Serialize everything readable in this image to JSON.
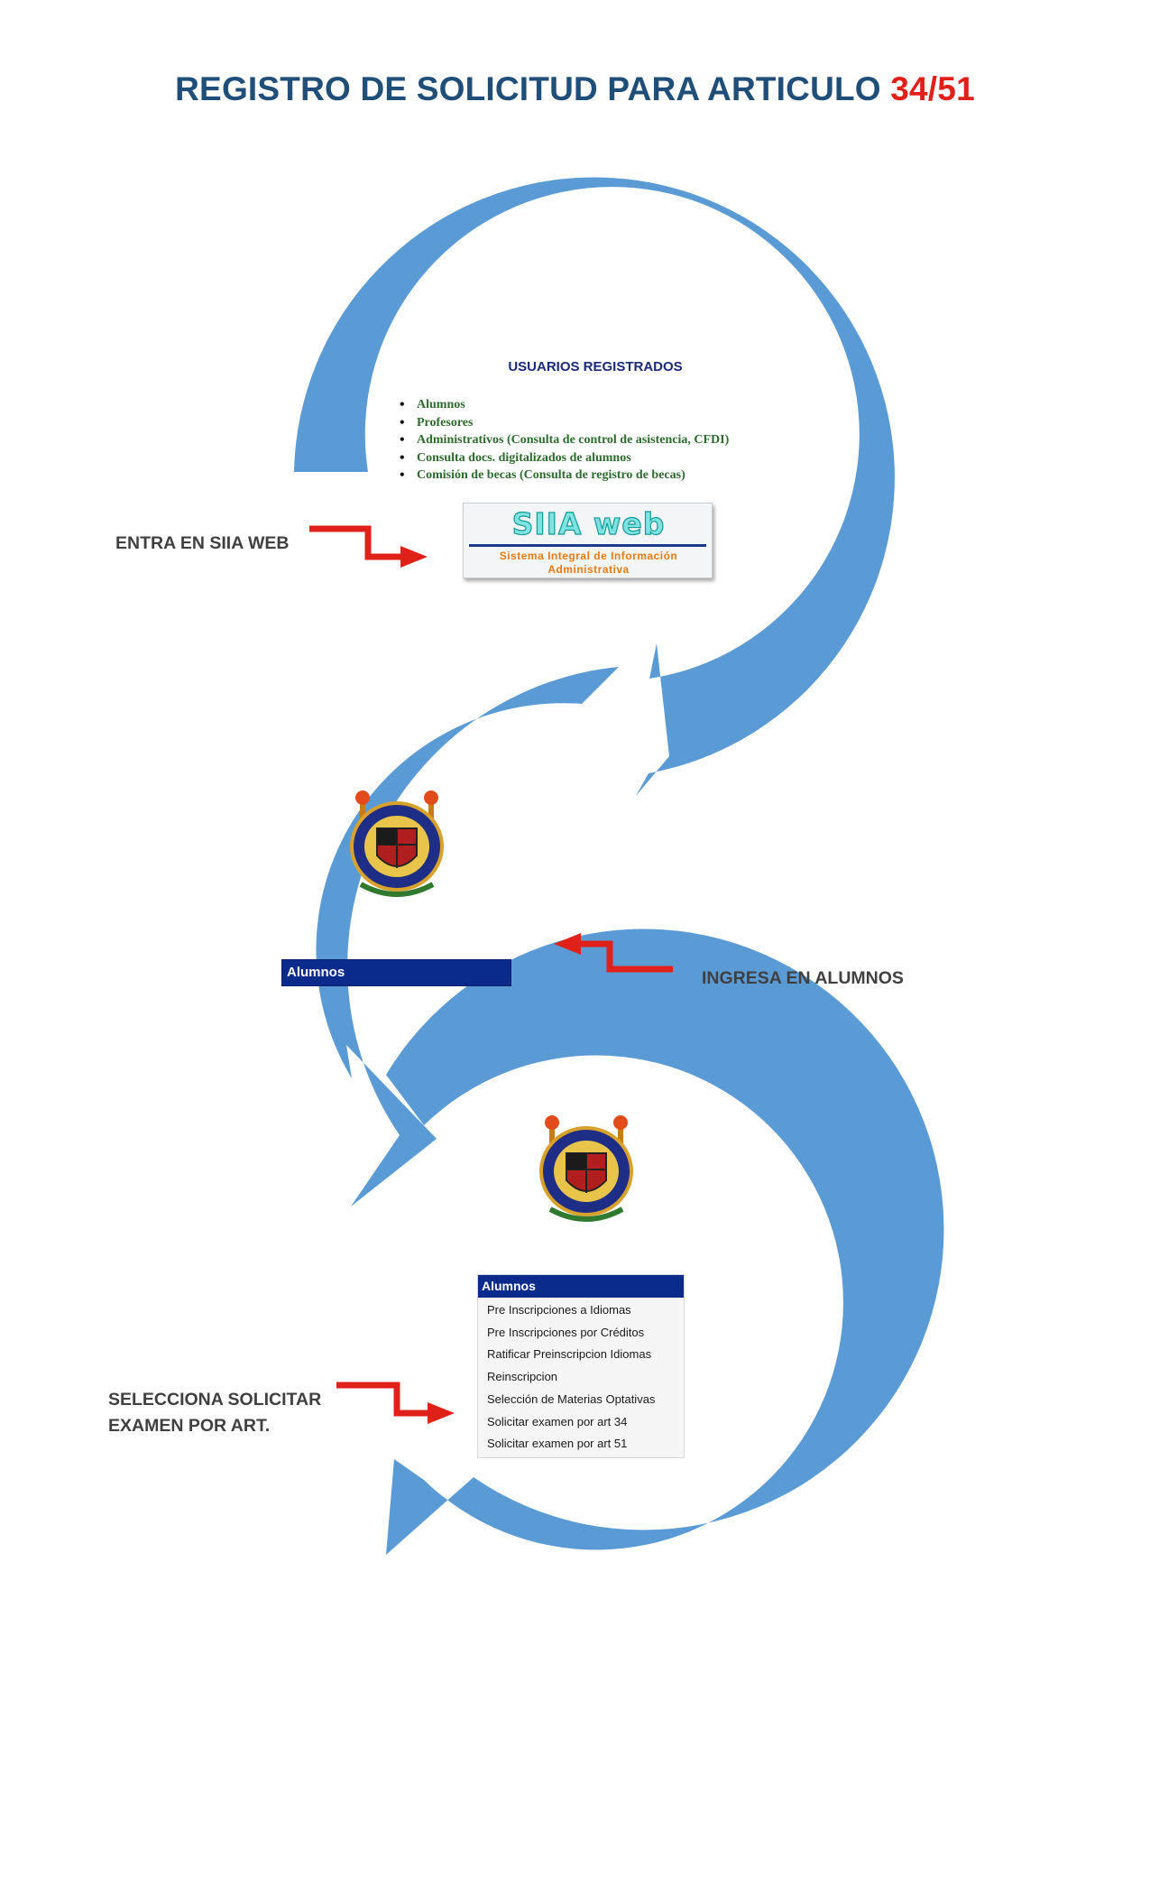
{
  "title": {
    "text": "REGISTRO DE SOLICITUD PARA ARTICULO ",
    "accent": "34/51"
  },
  "colors": {
    "arrow_blue": "#5b9bd5",
    "pointer_red": "#e0211a",
    "title_blue": "#1f4e79",
    "accent_red": "#e0211a",
    "menu_blue": "#0a2b8c"
  },
  "steps": {
    "step1": "ENTRA EN SIIA WEB",
    "step2": "INGRESA EN ALUMNOS",
    "step3_line1": "SELECCIONA SOLICITAR",
    "step3_line2": "EXAMEN POR ART."
  },
  "users_panel": {
    "heading": "USUARIOS REGISTRADOS",
    "items": [
      "Alumnos",
      "Profesores",
      "Administrativos (Consulta de control de asistencia, CFDI)",
      "Consulta docs. digitalizados de alumnos",
      "Comisión de becas (Consulta de registro de becas)"
    ]
  },
  "siia": {
    "logo": "SIIA web",
    "subtitle_line1": "Sistema Integral de Información",
    "subtitle_line2": "Administrativa"
  },
  "alumnos_bar": {
    "label": "Alumnos"
  },
  "menu": {
    "heading": "Alumnos",
    "items": [
      "Pre Inscripciones a Idiomas",
      "Pre Inscripciones por Créditos",
      "Ratificar Preinscripcion Idiomas",
      "Reinscripcion",
      "Selección de Materias Optativas",
      "Solicitar examen por art 34",
      "Solicitar examen por art 51"
    ]
  },
  "icons": [
    "curved-arrow",
    "red-pointer-arrow",
    "university-crest-icon"
  ]
}
